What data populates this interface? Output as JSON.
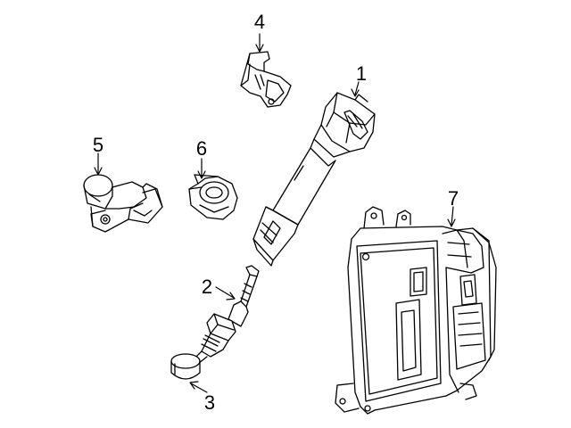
{
  "diagram": {
    "colors": {
      "line": "#000000",
      "background": "#ffffff"
    },
    "parts": [
      {
        "number": "1",
        "name": "ignition-coil"
      },
      {
        "number": "2",
        "name": "spark-plug"
      },
      {
        "number": "3",
        "name": "plug-cap"
      },
      {
        "number": "4",
        "name": "sensor-bracket"
      },
      {
        "number": "5",
        "name": "camshaft-sensor"
      },
      {
        "number": "6",
        "name": "knock-sensor"
      },
      {
        "number": "7",
        "name": "engine-control-module"
      }
    ]
  }
}
